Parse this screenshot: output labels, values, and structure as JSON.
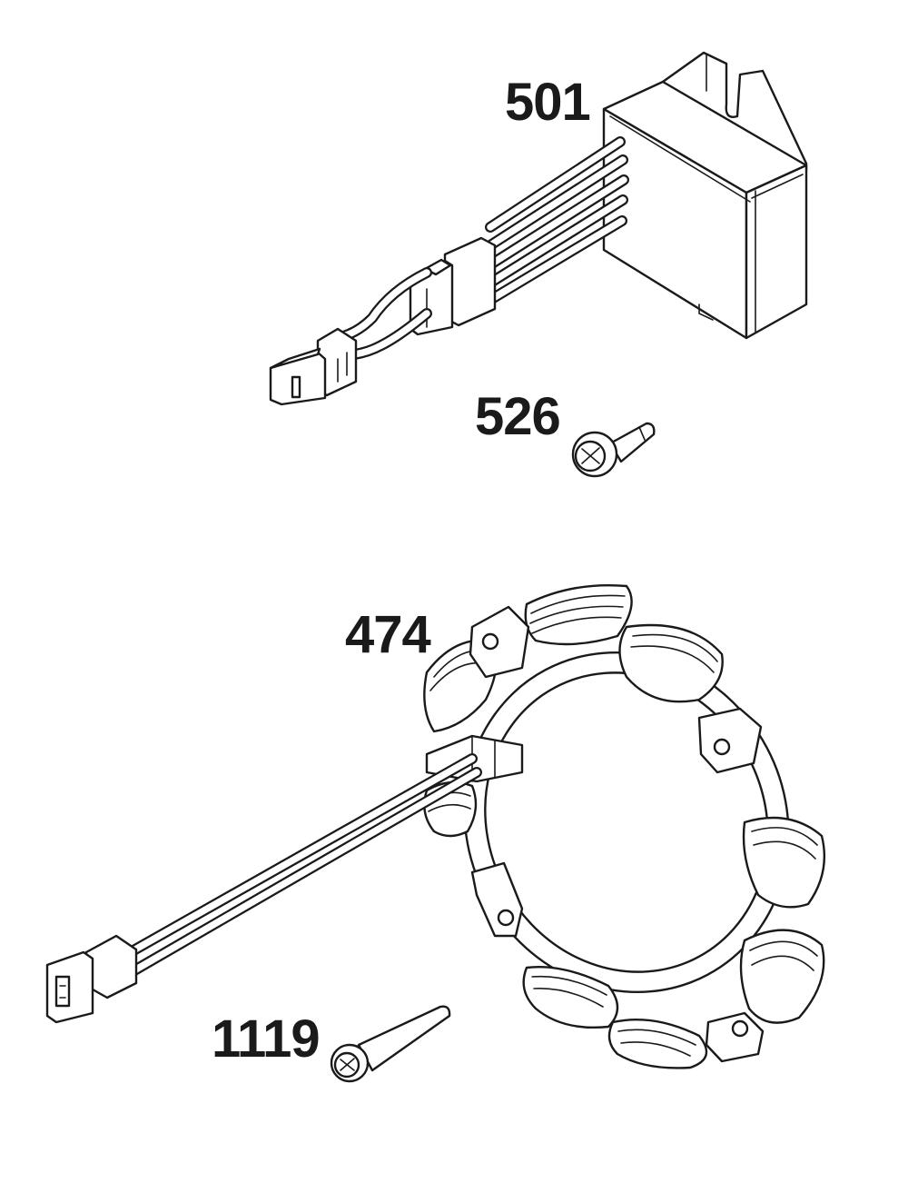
{
  "parts": [
    {
      "id": "501",
      "label": "501",
      "item": "voltage-regulator"
    },
    {
      "id": "526",
      "label": "526",
      "item": "regulator-screw"
    },
    {
      "id": "474",
      "label": "474",
      "item": "alternator-stator"
    },
    {
      "id": "1119",
      "label": "1119",
      "item": "stator-screw"
    }
  ],
  "colors": {
    "line": "#1a1a1a",
    "background": "#ffffff"
  }
}
